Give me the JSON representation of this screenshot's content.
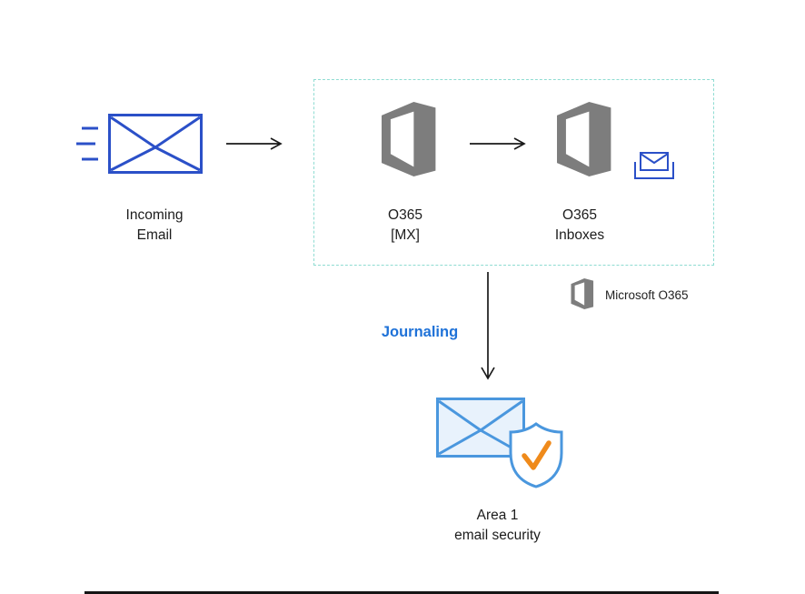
{
  "nodes": {
    "incoming_email": {
      "label": [
        "Incoming",
        "Email"
      ]
    },
    "o365_mx": {
      "label": [
        "O365",
        "[MX]"
      ]
    },
    "o365_inboxes": {
      "label": [
        "O365",
        "Inboxes"
      ]
    },
    "area1": {
      "label": [
        "Area 1",
        "email security"
      ]
    }
  },
  "annotations": {
    "journaling_label": "Journaling",
    "legend_label": "Microsoft O365"
  },
  "icons": {
    "incoming_email": "envelope-outline-icon",
    "speed_lines": "motion-lines-icon",
    "o365_mx": "office-logo-icon",
    "o365_inboxes": "office-logo-icon",
    "inbox_tray": "envelope-in-tray-icon",
    "legend": "office-logo-icon",
    "area1": "envelope-with-shield-check-icon",
    "flow_arrows": "arrow-icon"
  },
  "colors": {
    "envelope_blue": "#2b50c8",
    "office_gray": "#7d7d7d",
    "boundary_dash_teal": "#8fdcd2",
    "journaling_blue": "#1f72d8",
    "arrow_black": "#1a1a1a",
    "area1_blue": "#4a97de",
    "area1_fill_light": "#e8f2fc",
    "check_orange": "#ef8a1b",
    "label_text": "#1c1c1c"
  }
}
